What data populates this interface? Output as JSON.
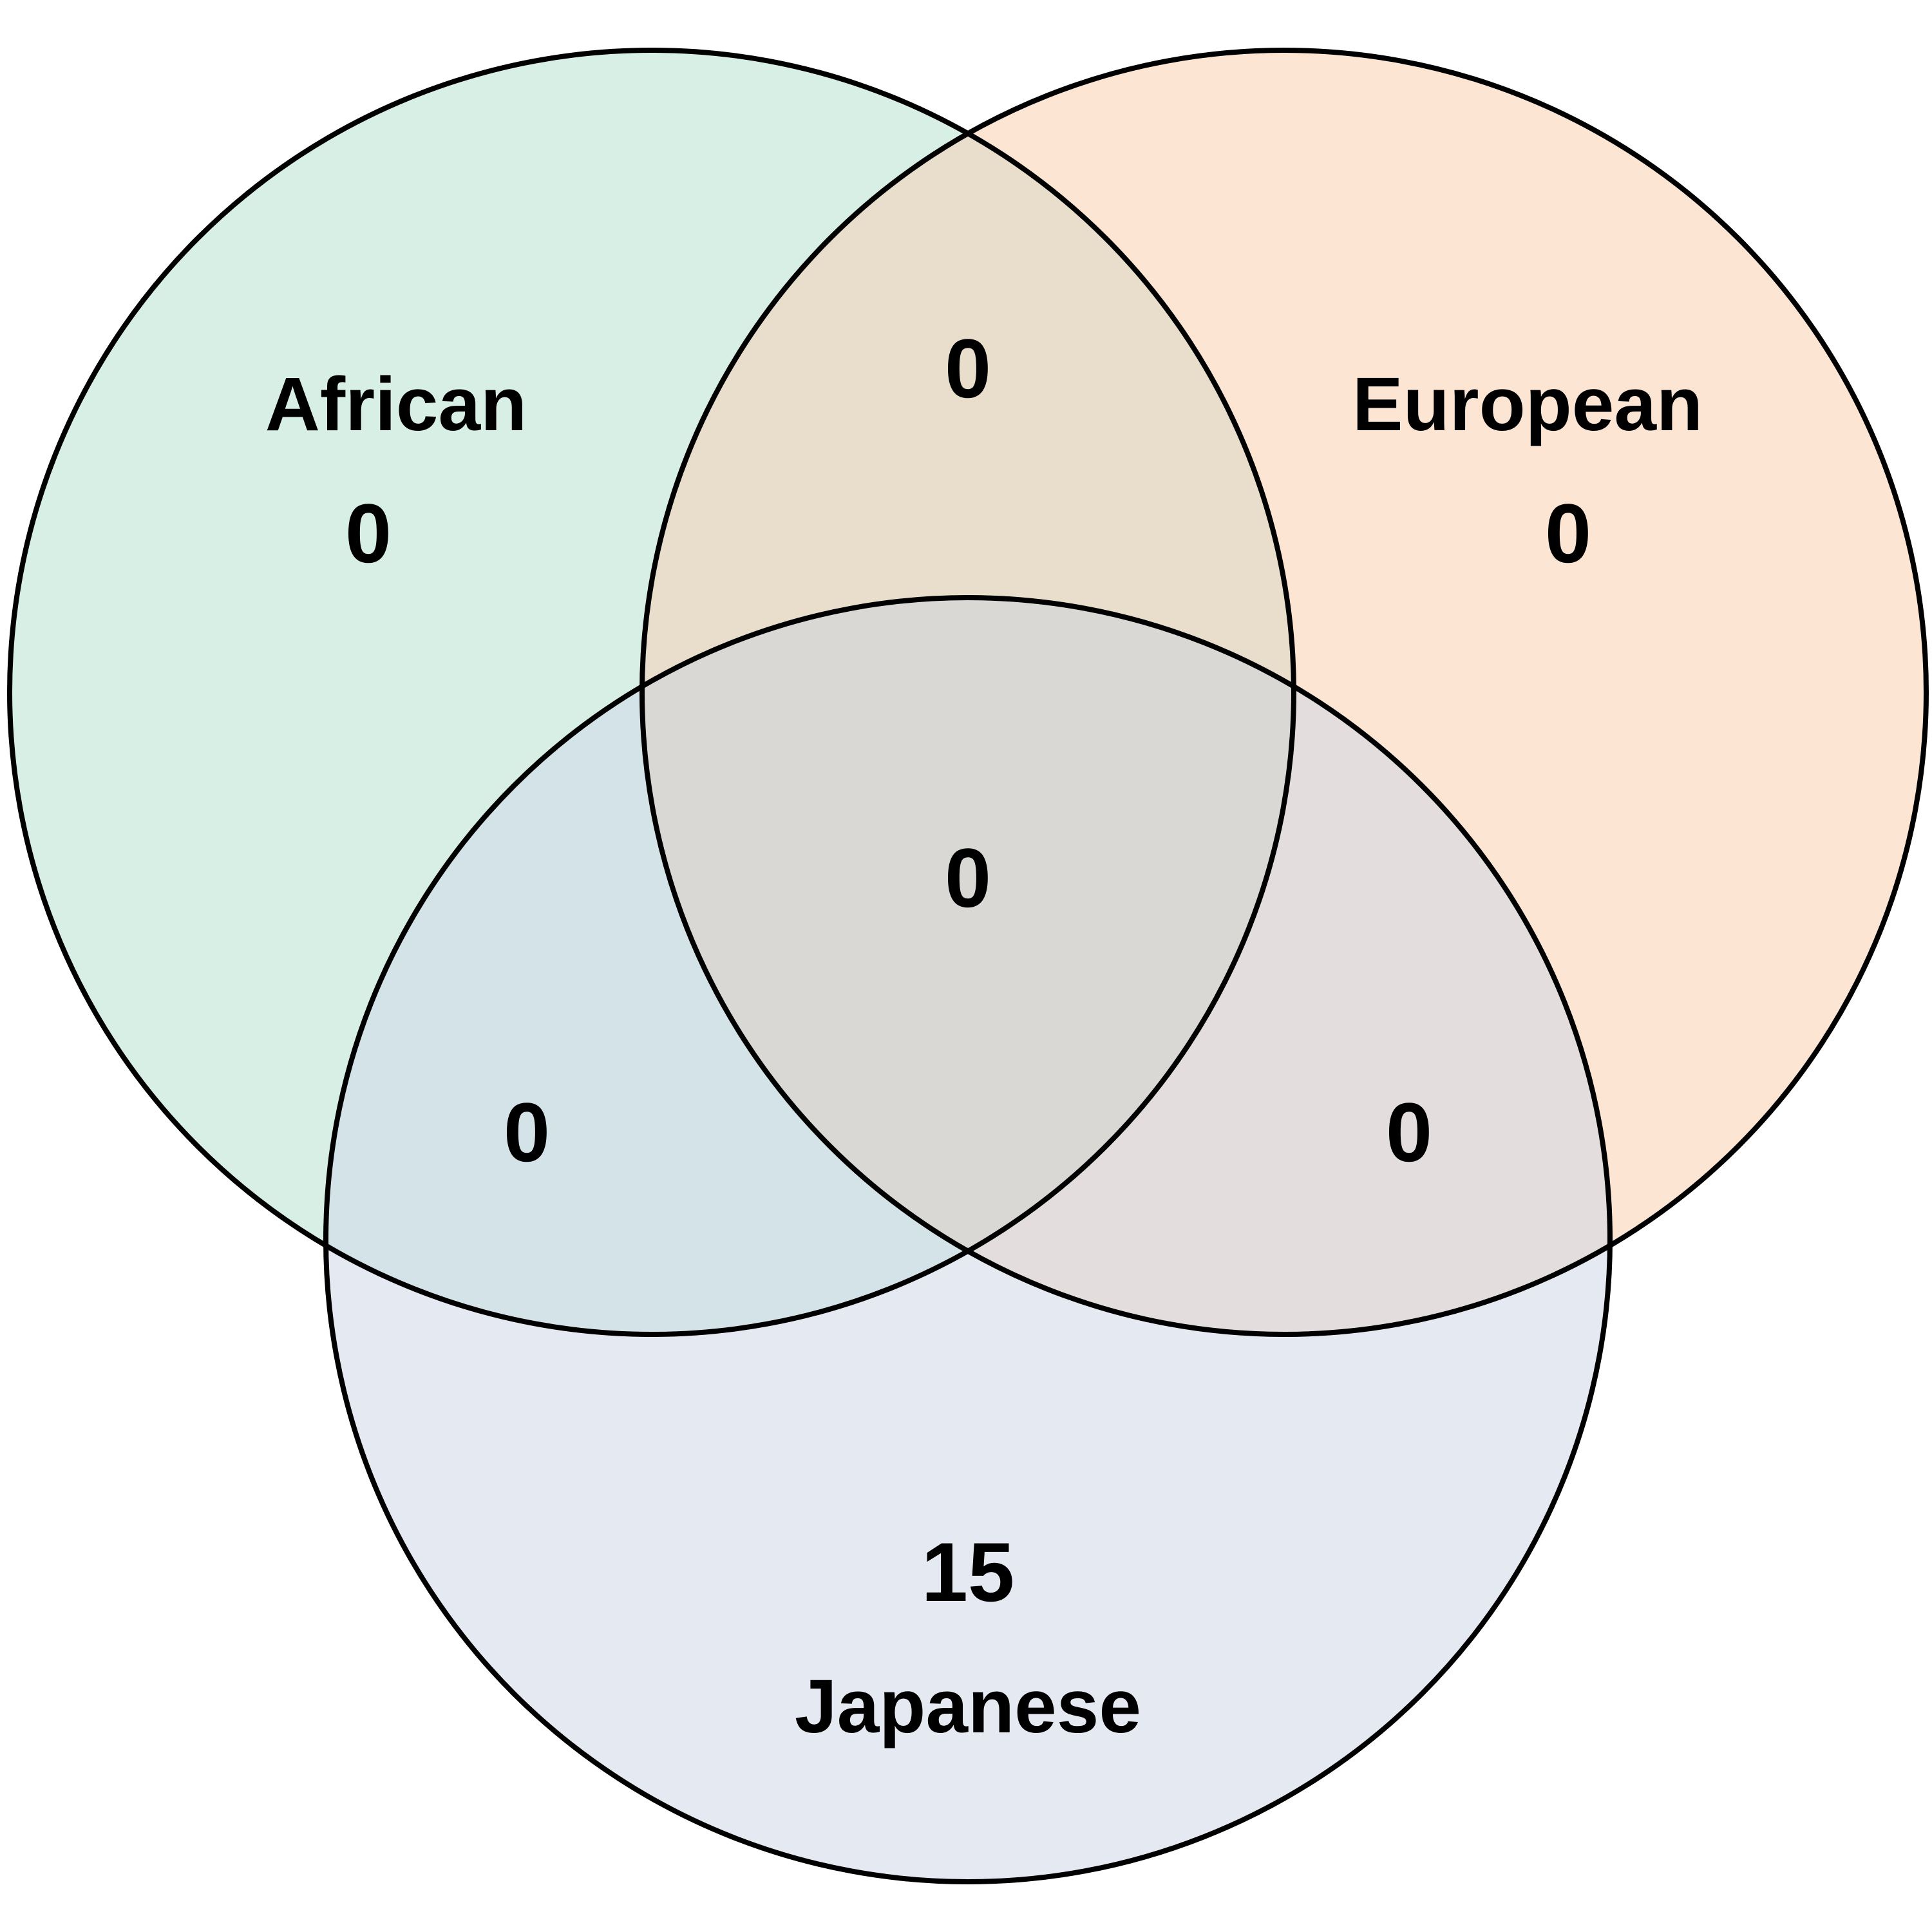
{
  "diagram": {
    "type": "venn-3",
    "sets": [
      {
        "id": "african",
        "label": "African",
        "color": "#d8efe5"
      },
      {
        "id": "european",
        "label": "European",
        "color": "#fde5d4"
      },
      {
        "id": "japanese",
        "label": "Japanese",
        "color": "#e5e9f2"
      }
    ],
    "regions": {
      "african_only": "0",
      "european_only": "0",
      "japanese_only": "15",
      "african_european": "0",
      "african_japanese": "0",
      "european_japanese": "0",
      "all_three": "0"
    },
    "colors": {
      "african_european": "#e9decb",
      "african_japanese": "#d4e3e7",
      "european_japanese": "#e4dddd",
      "all_three": "#dad8d5",
      "outline": "#000000"
    }
  }
}
